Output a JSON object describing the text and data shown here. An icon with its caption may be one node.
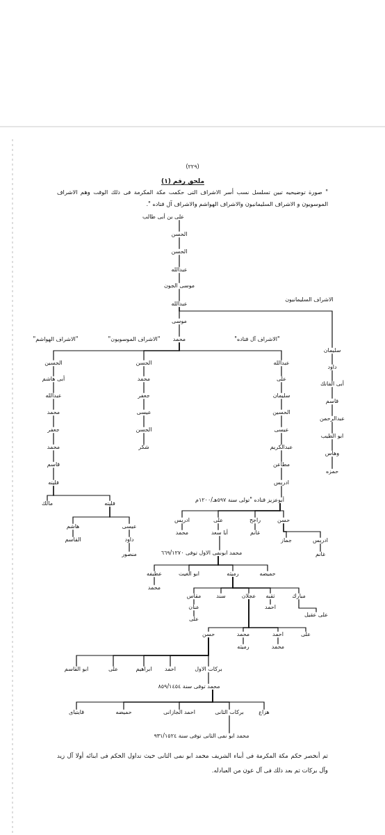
{
  "diagram": {
    "title": "ملحق رقم (١)",
    "caption": "ثم أنحصر حكم مكة المكرمة فى أبناء الشريف محمد ابو نمى الثانى حيث تداول الحكم فى ابنائه أولا آل زيد وآل بركات ثم بعد ذلك فى آل عون من العبادله.",
    "nodes": [
      {
        "text": [
          "على بن أبى طالب"
        ]
      },
      {
        "text": [
          "الحسن"
        ]
      },
      {
        "text": [
          "الحسن"
        ]
      },
      {
        "text": [
          "عبدالله"
        ]
      },
      {
        "text": [
          "موسى الجون"
        ]
      },
      {
        "text": [
          "عبدالله"
        ]
      },
      {
        "text": [
          "موسى"
        ]
      },
      {
        "text": [
          "محمد"
        ]
      },
      {
        "text": [
          "سليمان"
        ]
      },
      {
        "text": [
          "الحسين"
        ]
      },
      {
        "text": [
          "أبى هاشم"
        ]
      },
      {
        "text": [
          "عبدالله"
        ]
      },
      {
        "text": [
          "محمد"
        ]
      },
      {
        "text": [
          "جعفر"
        ]
      },
      {
        "text": [
          "محمد"
        ]
      },
      {
        "text": [
          "قاسم"
        ]
      },
      {
        "text": [
          "فليته"
        ]
      },
      {
        "text": [
          "مالك"
        ]
      },
      {
        "text": [
          "فليته"
        ]
      },
      {
        "text": [
          "هاشم"
        ]
      },
      {
        "text": [
          "عيسى"
        ]
      },
      {
        "text": [
          "القاسم"
        ]
      },
      {
        "text": [
          "داود"
        ]
      },
      {
        "text": [
          "منصور"
        ]
      },
      {
        "text": [
          "الحسن"
        ]
      },
      {
        "text": [
          "محمد"
        ]
      },
      {
        "text": [
          "جعفر"
        ]
      },
      {
        "text": [
          "عيسى"
        ]
      },
      {
        "text": [
          "الحسن"
        ]
      },
      {
        "text": [
          "شكر"
        ]
      },
      {
        "text": [
          "عبدالله"
        ]
      },
      {
        "text": [
          "على"
        ]
      },
      {
        "text": [
          "سليمان"
        ]
      },
      {
        "text": [
          "الحسين"
        ]
      },
      {
        "text": [
          "عيسى"
        ]
      },
      {
        "text": [
          "عبدالكريم"
        ]
      },
      {
        "text": [
          "مطاعن"
        ]
      },
      {
        "text": [
          "ادريس"
        ]
      },
      {
        "text": [
          "أبوعزيز قتاده \"تولى سنة ٥٩٧هـ/١٢٠٠م"
        ]
      },
      {
        "text": [
          "حسن"
        ]
      },
      {
        "text": [
          "راجح"
        ]
      },
      {
        "text": [
          "على"
        ]
      },
      {
        "text": [
          "ادريس"
        ]
      },
      {
        "text": [
          "جماز"
        ]
      },
      {
        "text": [
          "ادريس"
        ]
      },
      {
        "text": [
          "غانم"
        ]
      },
      {
        "text": [
          "غانم"
        ]
      },
      {
        "text": [
          "أبا سعد"
        ]
      },
      {
        "text": [
          "محمد"
        ]
      },
      {
        "text": [
          "محمد ابونمى الاول توفى ٦٦٩/١٢٧٠"
        ]
      },
      {
        "text": [
          "حميضه"
        ]
      },
      {
        "text": [
          "رميثه"
        ]
      },
      {
        "text": [
          "ابو الغيث"
        ]
      },
      {
        "text": [
          "عطيفه"
        ]
      },
      {
        "text": [
          "محمد"
        ]
      },
      {
        "text": [
          "مبارك"
        ]
      },
      {
        "text": [
          "ثقبه"
        ]
      },
      {
        "text": [
          "عجلان"
        ]
      },
      {
        "text": [
          "سند"
        ]
      },
      {
        "text": [
          "مقاس"
        ]
      },
      {
        "text": [
          "عنان"
        ]
      },
      {
        "text": [
          "على"
        ]
      },
      {
        "text": [
          "احمد"
        ]
      },
      {
        "text": [
          "على عقيل"
        ]
      },
      {
        "text": [
          "على"
        ]
      },
      {
        "text": [
          "احمد"
        ]
      },
      {
        "text": [
          "محمد"
        ]
      },
      {
        "text": [
          "حسن"
        ]
      },
      {
        "text": [
          "محمد"
        ]
      },
      {
        "text": [
          "رميثه"
        ]
      },
      {
        "text": [
          "بركات الاول"
        ]
      },
      {
        "text": [
          "احمد"
        ]
      },
      {
        "text": [
          "ابراهيم"
        ]
      },
      {
        "text": [
          "على"
        ]
      },
      {
        "text": [
          "ابو القاسم"
        ]
      },
      {
        "text": [
          "محمد توفى سنة ٨٥٩/١٤٥٤"
        ]
      },
      {
        "text": [
          "هزاع"
        ]
      },
      {
        "text": [
          "بركات الثانى"
        ]
      },
      {
        "text": [
          "احمد الجازانى"
        ]
      },
      {
        "text": [
          "حميضه"
        ]
      },
      {
        "text": [
          "قايتباى"
        ]
      },
      {
        "text": [
          "محمد ابو نمى الثانى توفى سنة ٩٣١/١٥٢٤"
        ]
      },
      {
        "text": [
          "داود"
        ]
      },
      {
        "text": [
          "أبى الفاتك"
        ]
      },
      {
        "text": [
          "قاسم"
        ]
      },
      {
        "text": [
          "عبدالرحمن"
        ]
      },
      {
        "text": [
          "ابو الطيب"
        ]
      },
      {
        "text": [
          "وهاس"
        ]
      },
      {
        "text": [
          "حمزه"
        ]
      }
    ],
    "edges": [
      {
        "from": 0,
        "to": 1,
        "arrow": "none"
      },
      {
        "from": 1,
        "to": 2,
        "arrow": "none"
      },
      {
        "from": 2,
        "to": 3,
        "arrow": "none"
      },
      {
        "from": 3,
        "to": 4,
        "arrow": "none"
      },
      {
        "from": 4,
        "to": 5,
        "arrow": "none"
      },
      {
        "from": 5,
        "to": 6,
        "arrow": "none"
      },
      {
        "from": 6,
        "to": 7,
        "arrow": "none"
      },
      {
        "from": 5,
        "to": 8,
        "arrow": "none"
      },
      {
        "from": 7,
        "to": 9,
        "arrow": "none"
      },
      {
        "from": 9,
        "to": 10,
        "arrow": "none"
      },
      {
        "from": 10,
        "to": 11,
        "arrow": "none"
      },
      {
        "from": 11,
        "to": 12,
        "arrow": "none"
      },
      {
        "from": 12,
        "to": 13,
        "arrow": "none"
      },
      {
        "from": 13,
        "to": 14,
        "arrow": "none"
      },
      {
        "from": 14,
        "to": 15,
        "arrow": "none"
      },
      {
        "from": 15,
        "to": 16,
        "arrow": "none"
      },
      {
        "from": 16,
        "to": 17,
        "arrow": "none"
      },
      {
        "from": 16,
        "to": 18,
        "arrow": "none"
      },
      {
        "from": 18,
        "to": 19,
        "arrow": "none"
      },
      {
        "from": 18,
        "to": 20,
        "arrow": "none"
      },
      {
        "from": 19,
        "to": 21,
        "arrow": "none"
      },
      {
        "from": 20,
        "to": 22,
        "arrow": "none"
      },
      {
        "from": 22,
        "to": 23,
        "arrow": "none"
      },
      {
        "from": 7,
        "to": 24,
        "arrow": "none"
      },
      {
        "from": 24,
        "to": 25,
        "arrow": "none"
      },
      {
        "from": 25,
        "to": 26,
        "arrow": "none"
      },
      {
        "from": 26,
        "to": 27,
        "arrow": "none"
      },
      {
        "from": 27,
        "to": 28,
        "arrow": "none"
      },
      {
        "from": 28,
        "to": 29,
        "arrow": "none"
      },
      {
        "from": 7,
        "to": 30,
        "arrow": "none"
      },
      {
        "from": 30,
        "to": 31,
        "arrow": "none"
      },
      {
        "from": 31,
        "to": 32,
        "arrow": "none"
      },
      {
        "from": 32,
        "to": 33,
        "arrow": "none"
      },
      {
        "from": 33,
        "to": 34,
        "arrow": "none"
      },
      {
        "from": 34,
        "to": 35,
        "arrow": "none"
      },
      {
        "from": 35,
        "to": 36,
        "arrow": "none"
      },
      {
        "from": 36,
        "to": 37,
        "arrow": "none"
      },
      {
        "from": 37,
        "to": 38,
        "arrow": "none"
      },
      {
        "from": 38,
        "to": 39,
        "arrow": "none"
      },
      {
        "from": 38,
        "to": 40,
        "arrow": "none"
      },
      {
        "from": 38,
        "to": 41,
        "arrow": "none"
      },
      {
        "from": 38,
        "to": 42,
        "arrow": "none"
      },
      {
        "from": 39,
        "to": 43,
        "arrow": "none"
      },
      {
        "from": 39,
        "to": 44,
        "arrow": "none"
      },
      {
        "from": 44,
        "to": 45,
        "arrow": "none"
      },
      {
        "from": 40,
        "to": 46,
        "arrow": "none"
      },
      {
        "from": 41,
        "to": 47,
        "arrow": "none"
      },
      {
        "from": 42,
        "to": 48,
        "arrow": "none"
      },
      {
        "from": 47,
        "to": 49,
        "arrow": "none"
      },
      {
        "from": 49,
        "to": 50,
        "arrow": "none"
      },
      {
        "from": 49,
        "to": 51,
        "arrow": "none"
      },
      {
        "from": 49,
        "to": 52,
        "arrow": "none"
      },
      {
        "from": 49,
        "to": 53,
        "arrow": "none"
      },
      {
        "from": 53,
        "to": 54,
        "arrow": "none"
      },
      {
        "from": 51,
        "to": 55,
        "arrow": "none"
      },
      {
        "from": 51,
        "to": 56,
        "arrow": "none"
      },
      {
        "from": 51,
        "to": 57,
        "arrow": "none"
      },
      {
        "from": 51,
        "to": 58,
        "arrow": "none"
      },
      {
        "from": 51,
        "to": 59,
        "arrow": "none"
      },
      {
        "from": 59,
        "to": 60,
        "arrow": "none"
      },
      {
        "from": 60,
        "to": 61,
        "arrow": "none"
      },
      {
        "from": 56,
        "to": 62,
        "arrow": "none"
      },
      {
        "from": 55,
        "to": 63,
        "arrow": "none"
      },
      {
        "from": 57,
        "to": 64,
        "arrow": "none"
      },
      {
        "from": 57,
        "to": 65,
        "arrow": "none"
      },
      {
        "from": 57,
        "to": 66,
        "arrow": "none"
      },
      {
        "from": 57,
        "to": 67,
        "arrow": "none"
      },
      {
        "from": 65,
        "to": 68,
        "arrow": "none"
      },
      {
        "from": 66,
        "to": 69,
        "arrow": "none"
      },
      {
        "from": 67,
        "to": 70,
        "arrow": "none"
      },
      {
        "from": 67,
        "to": 71,
        "arrow": "none"
      },
      {
        "from": 67,
        "to": 72,
        "arrow": "none"
      },
      {
        "from": 67,
        "to": 73,
        "arrow": "none"
      },
      {
        "from": 67,
        "to": 74,
        "arrow": "none"
      },
      {
        "from": 70,
        "to": 75,
        "arrow": "none"
      },
      {
        "from": 75,
        "to": 76,
        "arrow": "none"
      },
      {
        "from": 75,
        "to": 77,
        "arrow": "none"
      },
      {
        "from": 75,
        "to": 78,
        "arrow": "none"
      },
      {
        "from": 75,
        "to": 79,
        "arrow": "none"
      },
      {
        "from": 75,
        "to": 80,
        "arrow": "none"
      },
      {
        "from": 77,
        "to": 81,
        "arrow": "none"
      },
      {
        "from": 8,
        "to": 82,
        "arrow": "none"
      },
      {
        "from": 82,
        "to": 83,
        "arrow": "none"
      },
      {
        "from": 83,
        "to": 84,
        "arrow": "none"
      },
      {
        "from": 84,
        "to": 85,
        "arrow": "none"
      },
      {
        "from": 85,
        "to": 86,
        "arrow": "none"
      },
      {
        "from": 86,
        "to": 87,
        "arrow": "none"
      },
      {
        "from": 87,
        "to": 88,
        "arrow": "none"
      }
    ],
    "labels": [
      "(٢٢٩)",
      "\" صورة توضيحيه تبين تسلسل نسب أسر الاشراف التى حكمت مكة المكرمة فى ذلك الوقت وهم الاشراف الموسويون و الاشراف السليمانيون والاشراف الهواشم والاشراف آل قتاده \".",
      "الاشراف السليمانيون",
      "\"الاشراف آل قتاده\"",
      "\"الاشراف الموسويون\"",
      "\"الاشراف الهواشم\""
    ]
  }
}
